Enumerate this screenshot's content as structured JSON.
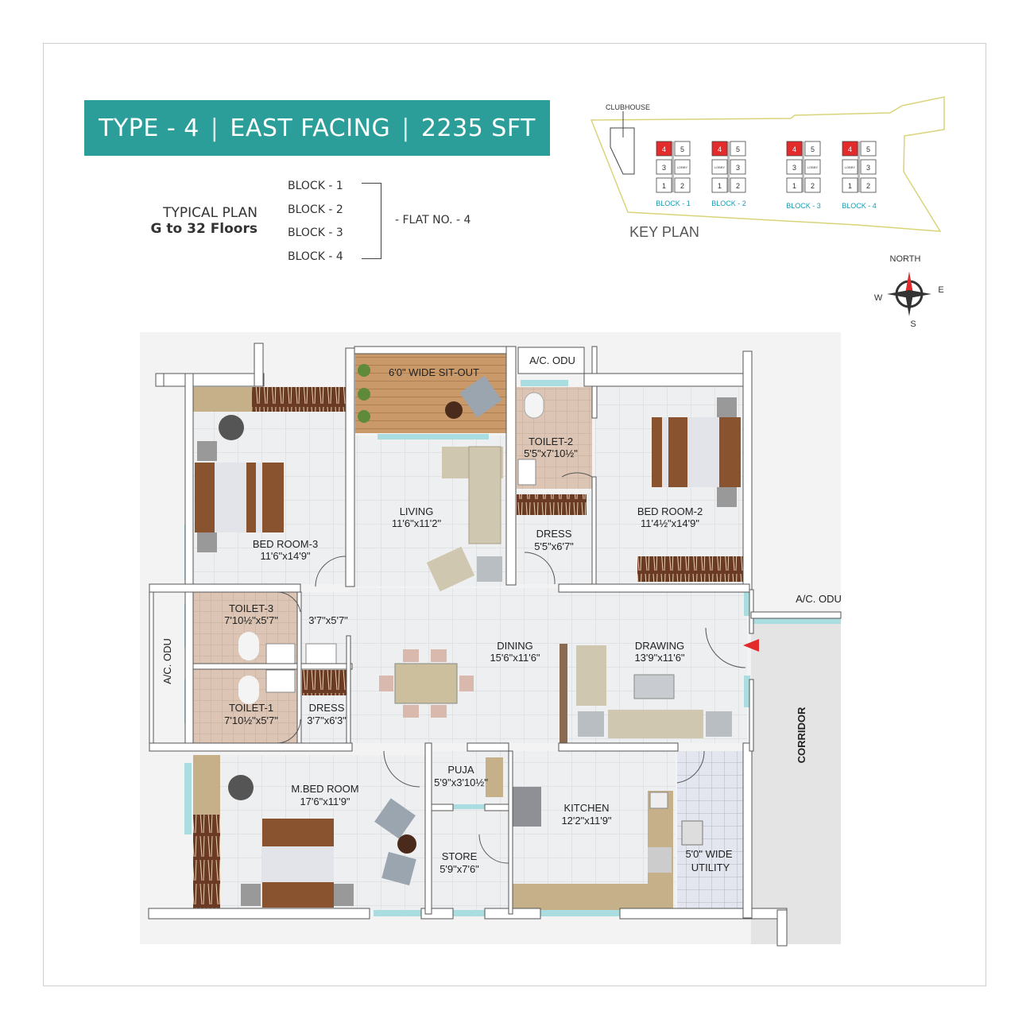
{
  "header": {
    "type": "TYPE - 4",
    "facing": "EAST FACING",
    "area": "2235 SFT",
    "separator": "|",
    "color": "#2b9e9a"
  },
  "plan_info": {
    "title": "TYPICAL PLAN",
    "floors": "G to 32 Floors",
    "blocks": [
      "BLOCK - 1",
      "BLOCK - 2",
      "BLOCK - 3",
      "BLOCK - 4"
    ],
    "flat": "-  FLAT NO. - 4"
  },
  "key_plan": {
    "title": "KEY PLAN",
    "clubhouse": "CLUBHOUSE",
    "blocks": [
      {
        "label": "BLOCK - 1",
        "units": [
          "4",
          "5",
          "3",
          "LOBBY",
          "1",
          "2"
        ]
      },
      {
        "label": "BLOCK - 2",
        "units": [
          "4",
          "5",
          "LOBBY",
          "3",
          "1",
          "2"
        ]
      },
      {
        "label": "BLOCK - 3",
        "units": [
          "4",
          "5",
          "3",
          "LOBBY",
          "1",
          "2"
        ]
      },
      {
        "label": "BLOCK - 4",
        "units": [
          "4",
          "5",
          "LOBBY",
          "3",
          "1",
          "2"
        ]
      }
    ],
    "highlight_color": "#e32b2b",
    "highlight_unit": "4"
  },
  "compass": {
    "north": "NORTH",
    "east": "E",
    "west": "W",
    "south": "S"
  },
  "rooms": {
    "sitout": {
      "name": "6'0\" WIDE SIT-OUT"
    },
    "acodu_top": {
      "name": "A/C. ODU"
    },
    "acodu_right": {
      "name": "A/C. ODU"
    },
    "acodu_left": {
      "name": "A/C. ODU"
    },
    "bed3": {
      "name": "BED ROOM-3",
      "size": "11'6\"x14'9\""
    },
    "living": {
      "name": "LIVING",
      "size": "11'6\"x11'2\""
    },
    "toilet2": {
      "name": "TOILET-2",
      "size": "5'5\"x7'10½\""
    },
    "dress2": {
      "name": "DRESS",
      "size": "5'5\"x6'7\""
    },
    "bed2": {
      "name": "BED ROOM-2",
      "size": "11'4½\"x14'9\""
    },
    "toilet3": {
      "name": "TOILET-3",
      "size": "7'10½\"x5'7\""
    },
    "wash": {
      "size": "3'7\"x5'7\""
    },
    "toilet1": {
      "name": "TOILET-1",
      "size": "7'10½\"x5'7\""
    },
    "dress1": {
      "name": "DRESS",
      "size": "3'7\"x6'3\""
    },
    "dining": {
      "name": "DINING",
      "size": "15'6\"x11'6\""
    },
    "drawing": {
      "name": "DRAWING",
      "size": "13'9\"x11'6\""
    },
    "corridor": {
      "name": "CORRIDOR"
    },
    "mbed": {
      "name": "M.BED ROOM",
      "size": "17'6\"x11'9\""
    },
    "puja": {
      "name": "PUJA",
      "size": "5'9\"x3'10½\""
    },
    "store": {
      "name": "STORE",
      "size": "5'9\"x7'6\""
    },
    "kitchen": {
      "name": "KITCHEN",
      "size": "12'2\"x11'9\""
    },
    "utility": {
      "name": "5'0\" WIDE",
      "name2": "UTILITY"
    }
  },
  "entry_arrow_color": "#e32b2b"
}
